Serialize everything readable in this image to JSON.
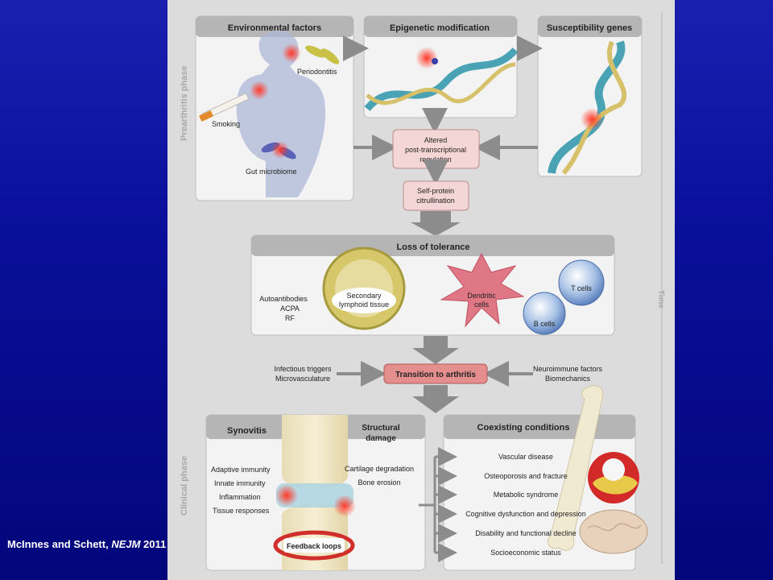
{
  "colors": {
    "slide_background": "#0a0f9a",
    "figure_background": "#dcdcdc",
    "panel_fill": "#f3f3f3",
    "panel_header": "#b5b5b5",
    "arrow_gray": "#8c8c8c",
    "pink_box": "#f5d6d6",
    "transition_box": "#e58e8e",
    "accent_red": "#e0302a"
  },
  "phase_labels": {
    "prearthritis": "Prearthritis phase",
    "clinical": "Clinical phase",
    "time": "Time"
  },
  "panels": {
    "environmental": {
      "title": "Environmental factors",
      "labels": [
        "Periodontitis",
        "Smoking",
        "Gut microbiome"
      ]
    },
    "epigenetic": {
      "title": "Epigenetic modification"
    },
    "susceptibility": {
      "title": "Susceptibility genes"
    },
    "loss_of_tolerance": {
      "title": "Loss of tolerance",
      "autoantibodies": [
        "Autoantibodies",
        "ACPA",
        "RF"
      ],
      "secondary_lymphoid": [
        "Secondary",
        "lymphoid tissue"
      ],
      "dendritic": [
        "Dendritic",
        "cells"
      ],
      "t_cells": "T cells",
      "b_cells": "B cells"
    },
    "synovitis": {
      "title": "Synovitis",
      "items": [
        "Adaptive immunity",
        "Innate immunity",
        "Inflammation",
        "Tissue responses"
      ]
    },
    "structural": {
      "title_lines": [
        "Structural",
        "damage"
      ],
      "items": [
        "Cartilage degradation",
        "Bone erosion"
      ]
    },
    "feedback": "Feedback loops",
    "coexisting": {
      "title": "Coexisting conditions",
      "items": [
        "Vascular disease",
        "Osteoporosis and fracture",
        "Metabolic syndrome",
        "Cognitive dysfunction and depression",
        "Disability and functional decline",
        "Socioeconomic status"
      ]
    }
  },
  "boxes": {
    "altered_regulation": [
      "Altered",
      "post-transcriptional",
      "regulation"
    ],
    "citrullination": [
      "Self-protein",
      "citrullination"
    ],
    "transition": "Transition to arthritis"
  },
  "side_factors": {
    "left": [
      "Infectious triggers",
      "Microvasculature"
    ],
    "right": [
      "Neuroimmune factors",
      "Biomechanics"
    ]
  },
  "citation": {
    "authors": "McInnes and Schett, ",
    "journal": "NEJM",
    "year": " 2011"
  }
}
